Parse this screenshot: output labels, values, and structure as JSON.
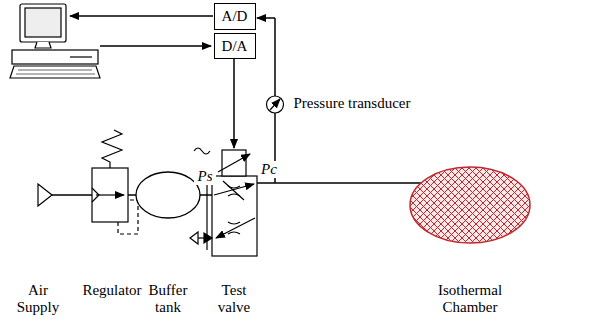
{
  "diagram": {
    "nodes": [
      {
        "text": [
          "A/D"
        ]
      },
      {
        "text": [
          "D/A"
        ]
      }
    ],
    "labels": [
      "Pressure transducer",
      "Ps",
      "Pc",
      "Air Supply",
      "Regulator",
      "Buffer tank",
      "Test valve",
      "Isothermal Chamber"
    ]
  }
}
